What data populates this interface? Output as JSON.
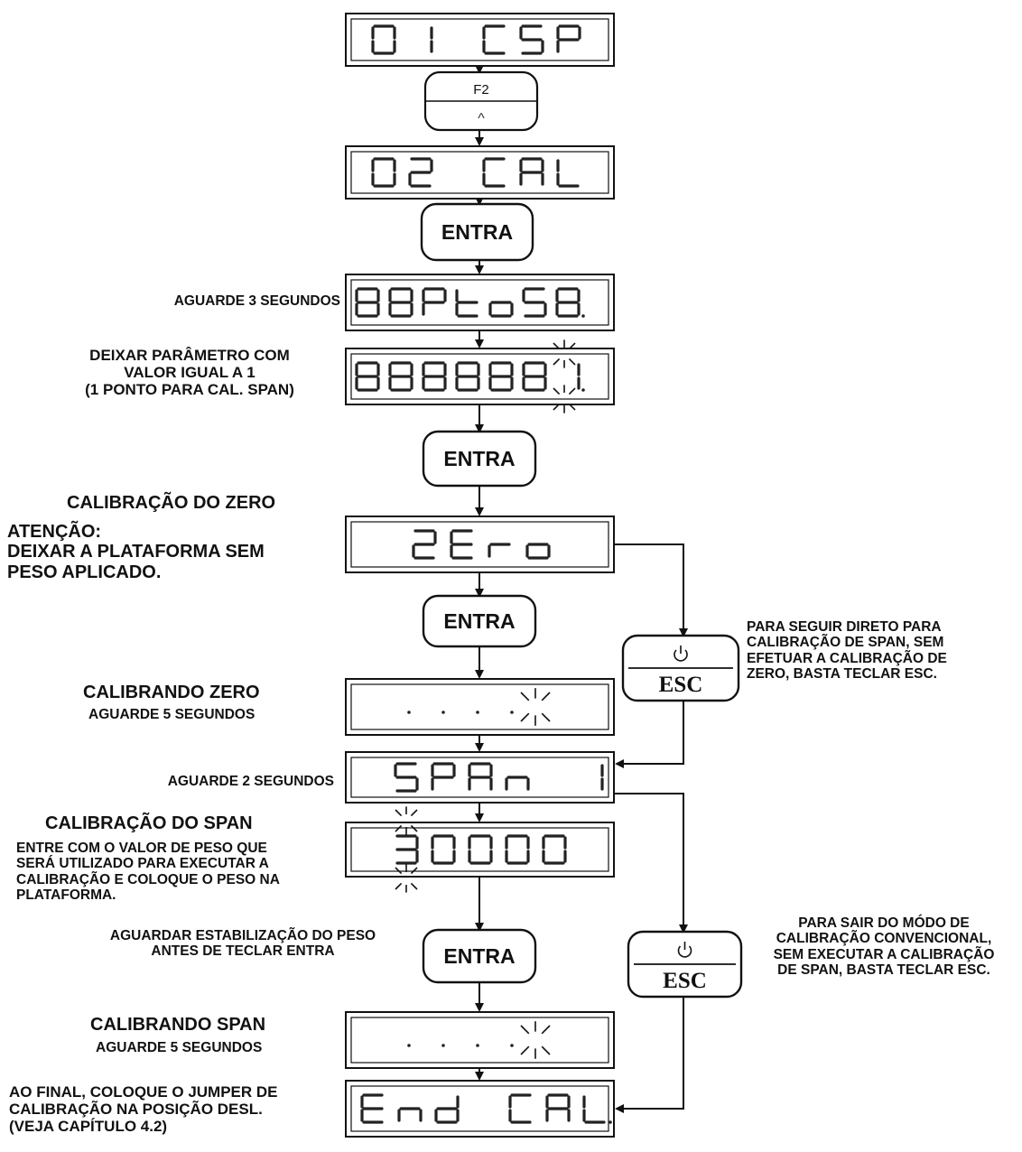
{
  "displays": [
    {
      "id": "d1",
      "text": "01 CSP"
    },
    {
      "id": "d2",
      "text": "02 CAL"
    },
    {
      "id": "d3",
      "text": "88PtoS8."
    },
    {
      "id": "d4",
      "text": "8888881."
    },
    {
      "id": "d5",
      "text": "ZEro"
    },
    {
      "id": "d6",
      "text": ". . . ."
    },
    {
      "id": "d7",
      "text": "SPAn 1"
    },
    {
      "id": "d8",
      "text": "30000"
    },
    {
      "id": "d9",
      "text": ". . . ."
    },
    {
      "id": "d10",
      "text": "End CAL."
    }
  ],
  "keys": {
    "f2": {
      "top": "F2",
      "bottom": "^"
    },
    "entra": "ENTRA",
    "esc": "ESC",
    "esc_icon": "power-icon"
  },
  "labels": {
    "aguarde3": [
      "AGUARDE 3 SEGUNDOS"
    ],
    "deixar_param": [
      "DEIXAR PARÂMETRO COM",
      "VALOR IGUAL A 1",
      "(1 PONTO PARA CAL. SPAN)"
    ],
    "cal_zero_title": [
      "CALIBRAÇÃO DO ZERO"
    ],
    "atencao": [
      "ATENÇÃO:",
      "DEIXAR A PLATAFORMA SEM",
      "PESO APLICADO."
    ],
    "calibrando_zero": [
      "CALIBRANDO ZERO"
    ],
    "aguarde5a": [
      "AGUARDE 5 SEGUNDOS"
    ],
    "aguarde2": [
      "AGUARDE 2 SEGUNDOS"
    ],
    "cal_span_title": [
      "CALIBRAÇÃO DO SPAN"
    ],
    "entre_valor": [
      "ENTRE COM O VALOR DE PESO QUE",
      "SERÁ UTILIZADO PARA EXECUTAR A",
      "CALIBRAÇÃO E COLOQUE O PESO NA",
      "PLATAFORMA."
    ],
    "aguardar_estab": [
      "AGUARDAR ESTABILIZAÇÃO DO PESO",
      "ANTES DE TECLAR ENTRA"
    ],
    "calibrando_span": [
      "CALIBRANDO SPAN"
    ],
    "aguarde5b": [
      "AGUARDE 5 SEGUNDOS"
    ],
    "ao_final": [
      "AO FINAL, COLOQUE O JUMPER DE",
      "CALIBRAÇÃO NA POSIÇÃO DESL.",
      "(VEJA CAPÍTULO 4.2)"
    ],
    "seguir_direto": [
      "PARA SEGUIR DIRETO PARA",
      "CALIBRAÇÃO DE SPAN, SEM",
      "EFETUAR A CALIBRAÇÃO DE",
      "ZERO, BASTA TECLAR ESC."
    ],
    "sair_modo": [
      "PARA SAIR DO MÓDO DE",
      "CALIBRAÇÃO CONVENCIONAL,",
      "SEM EXECUTAR A CALIBRAÇÃO",
      "DE SPAN, BASTA TECLAR ESC."
    ]
  },
  "colors": {
    "line": "#111111",
    "segment_on": "#222222",
    "segment_off": "#c9d3da",
    "blink": "#111111"
  }
}
